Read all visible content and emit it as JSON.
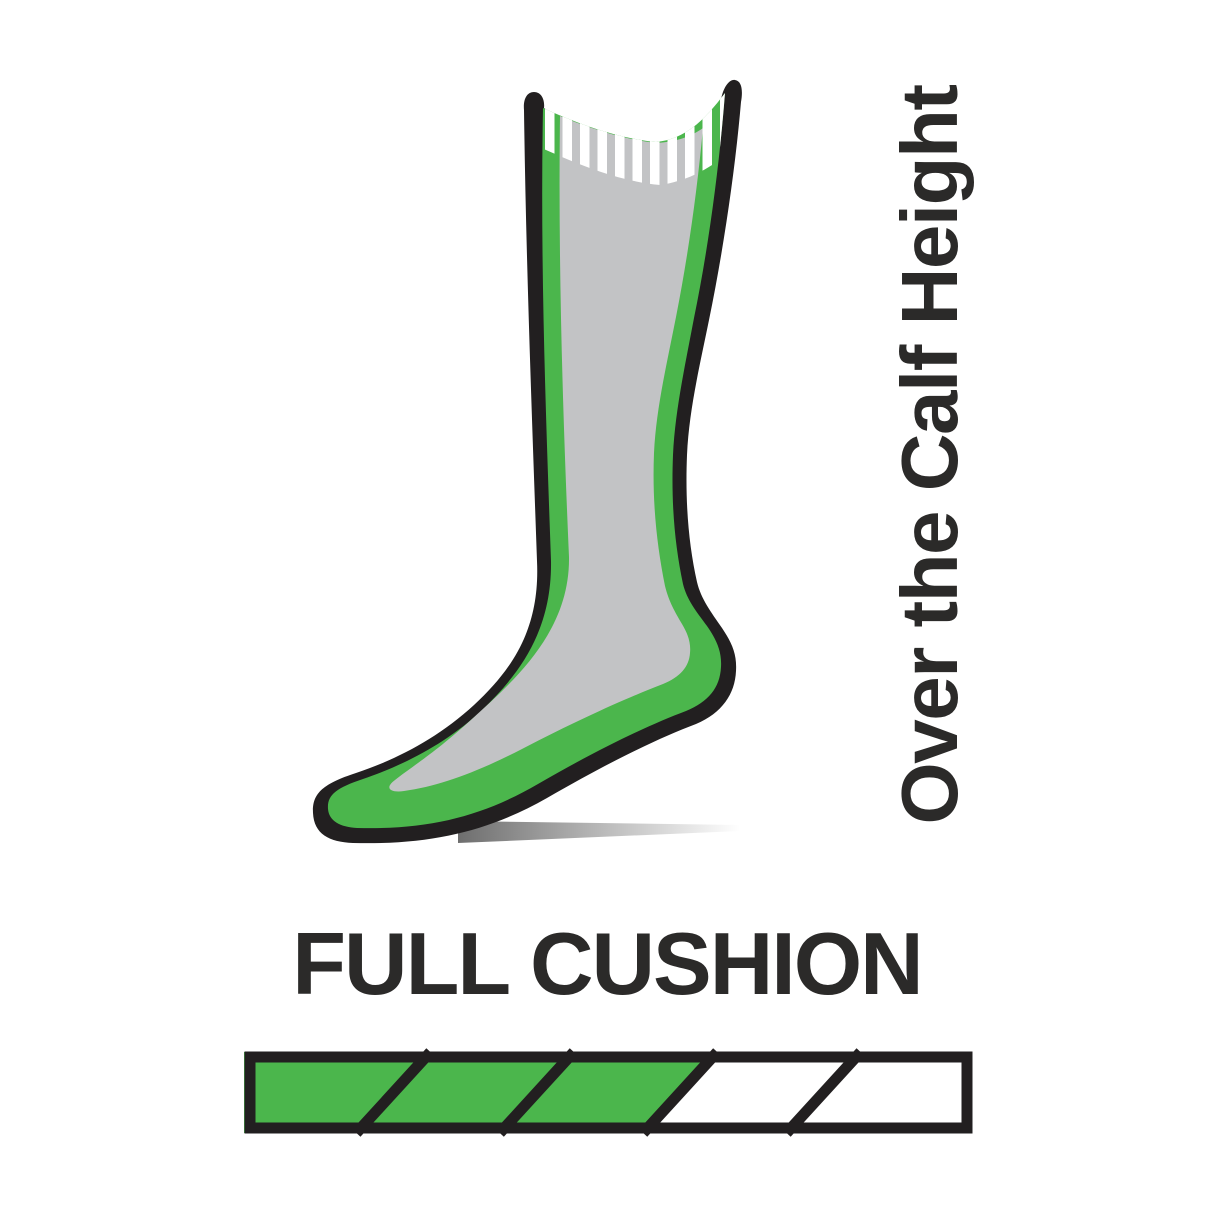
{
  "labels": {
    "height": "Over the Calf Height",
    "cushion": "FULL CUSHION"
  },
  "sock": {
    "description": "Side-view sock pictogram: black outline, green edge band, gray interior, white ribbed cuff at top, gradient ground shadow under heel",
    "height_style": "Over the Calf",
    "rib_stripe_count": 11
  },
  "cushion_meter": {
    "segments_total": 5,
    "segments_filled": 3
  },
  "colors": {
    "green": "#4bb64c",
    "gray": "#c2c3c5",
    "outline": "#221f20",
    "text": "#2b2a29",
    "shadow": "#6e6e6e",
    "white": "#ffffff"
  }
}
